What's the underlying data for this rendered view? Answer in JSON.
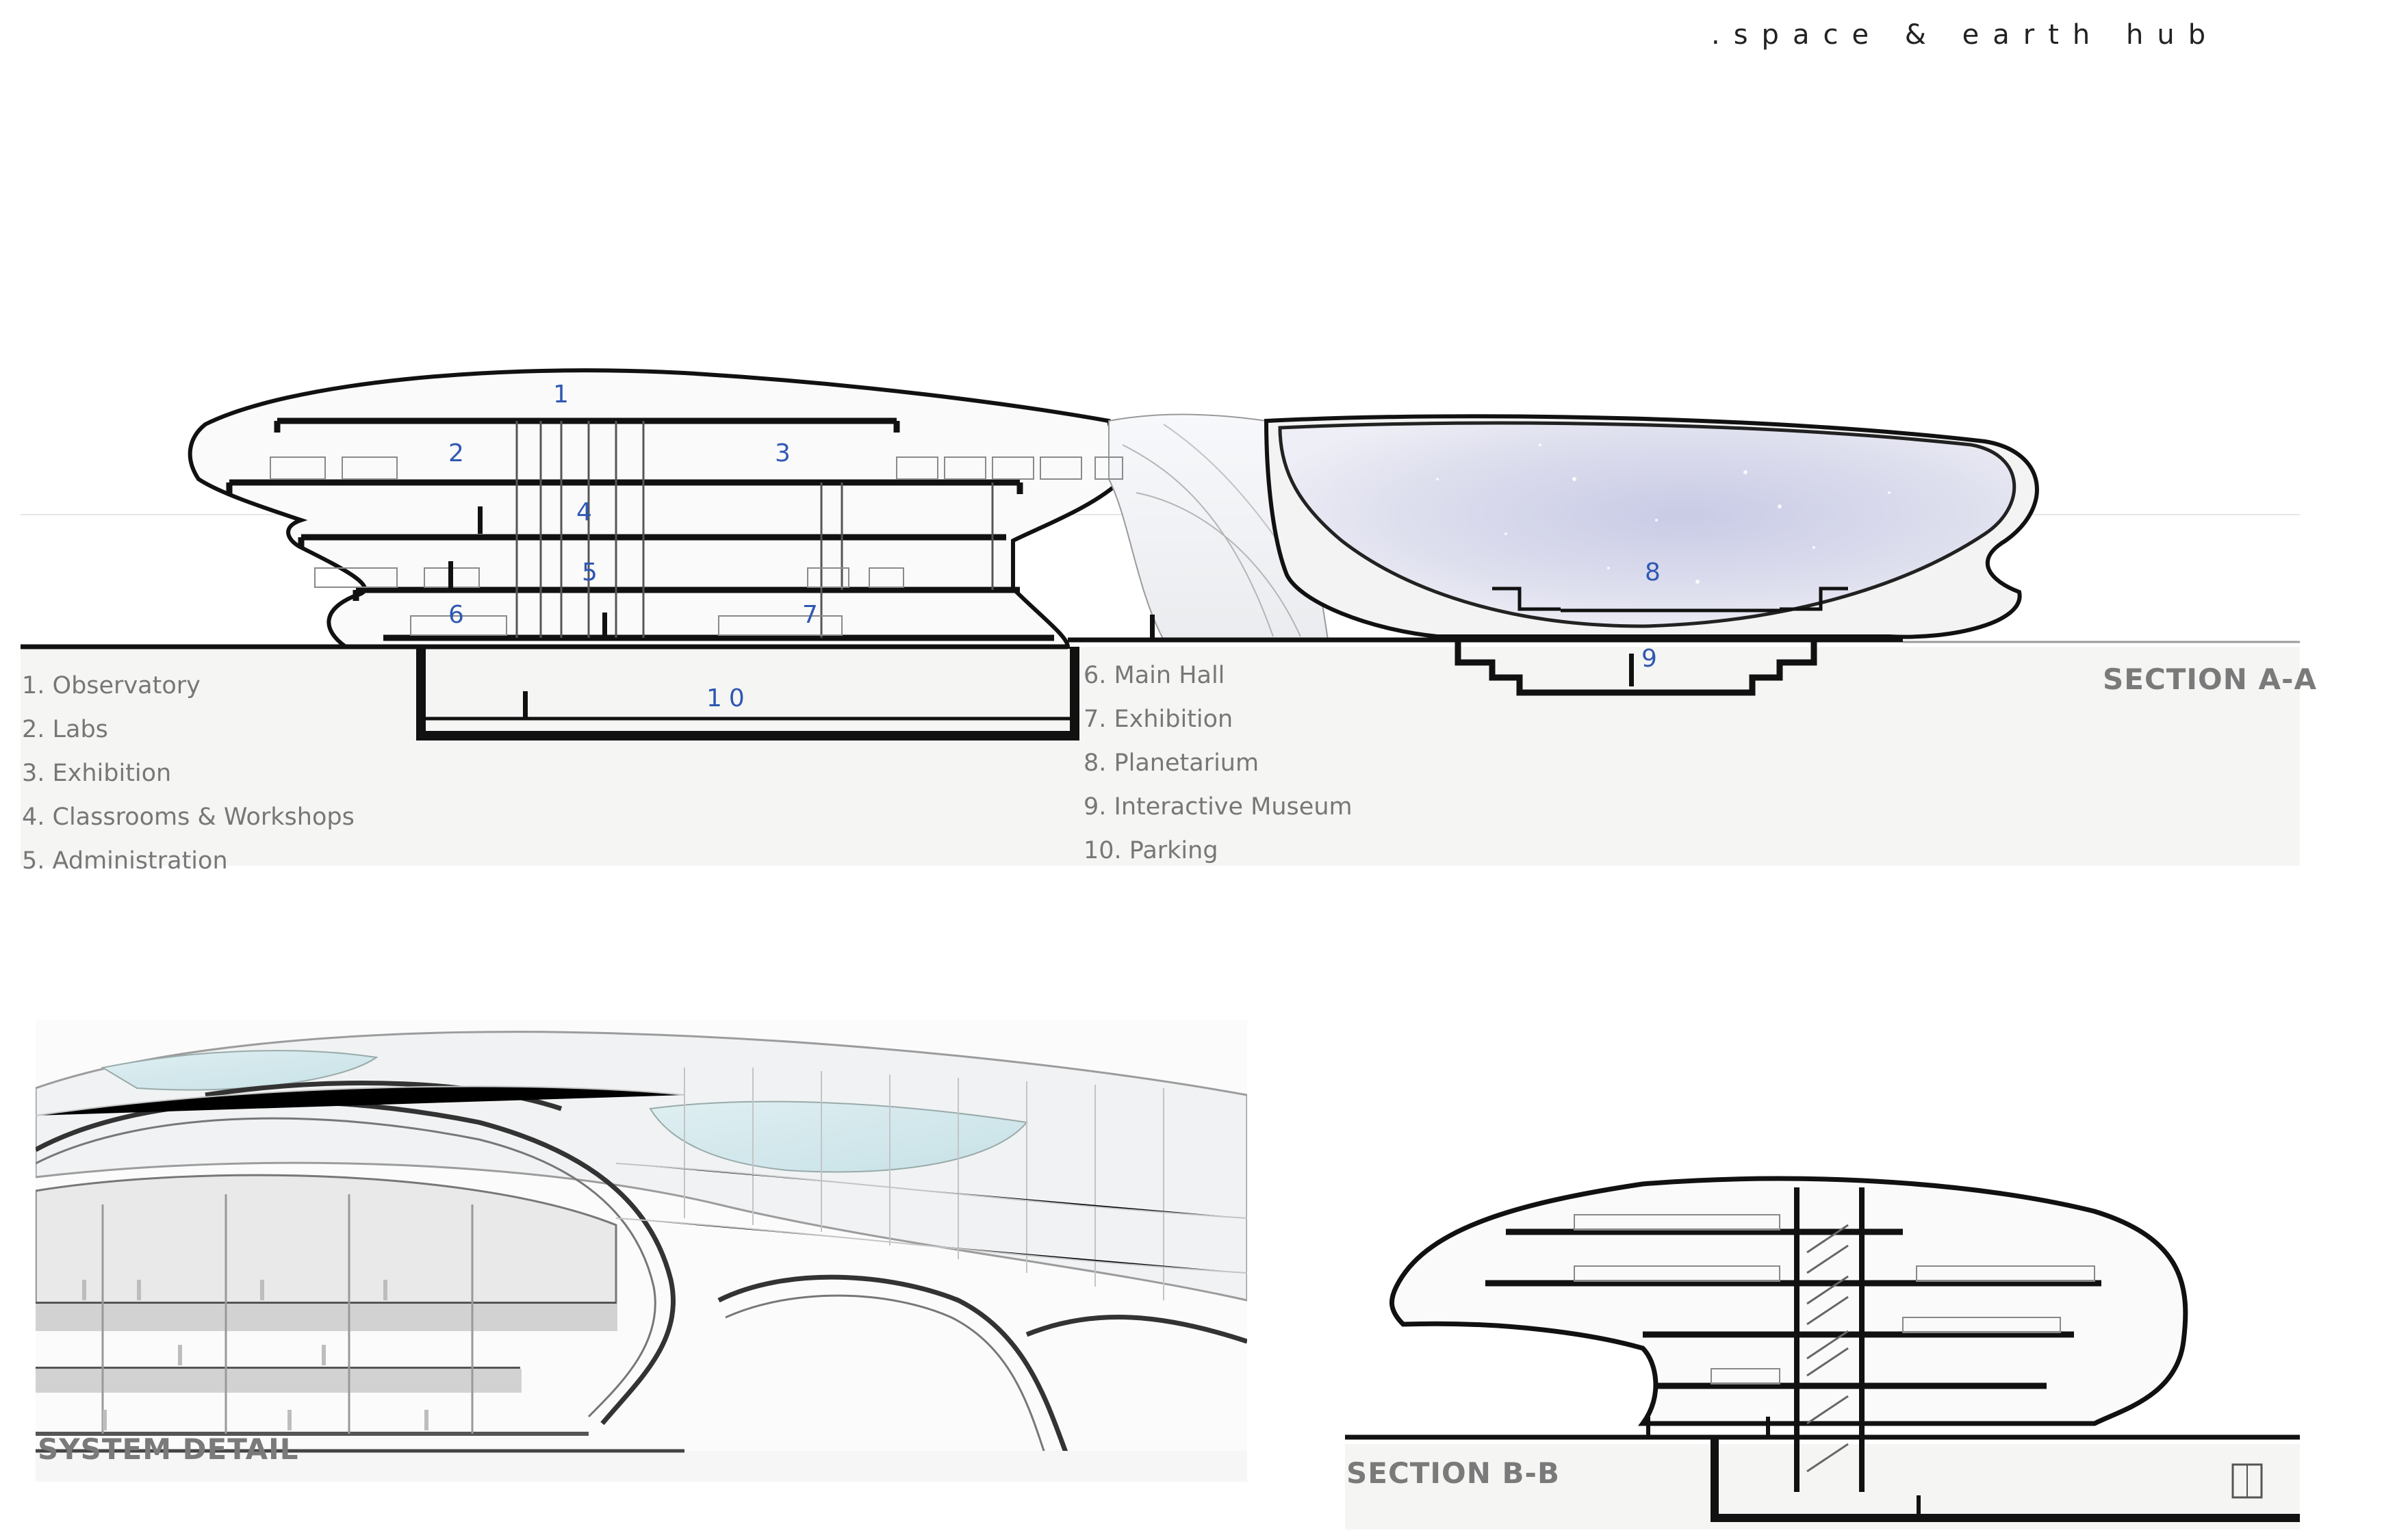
{
  "header": {
    "title": ".space & earth hub"
  },
  "section_a": {
    "label": "SECTION A-A",
    "space_numbers": [
      "1",
      "2",
      "3",
      "4",
      "5",
      "6",
      "7",
      "8",
      "9",
      "10"
    ],
    "legend_left": [
      "1. Observatory",
      "2. Labs",
      "3. Exhibition",
      "4. Classrooms & Workshops",
      "5. Administration"
    ],
    "legend_right": [
      "6. Main Hall",
      "7. Exhibition",
      "8. Planetarium",
      "9. Interactive Museum",
      "10. Parking"
    ]
  },
  "system_detail": {
    "label": "SYSTEM DETAIL"
  },
  "section_b": {
    "label": "SECTION B-B"
  }
}
